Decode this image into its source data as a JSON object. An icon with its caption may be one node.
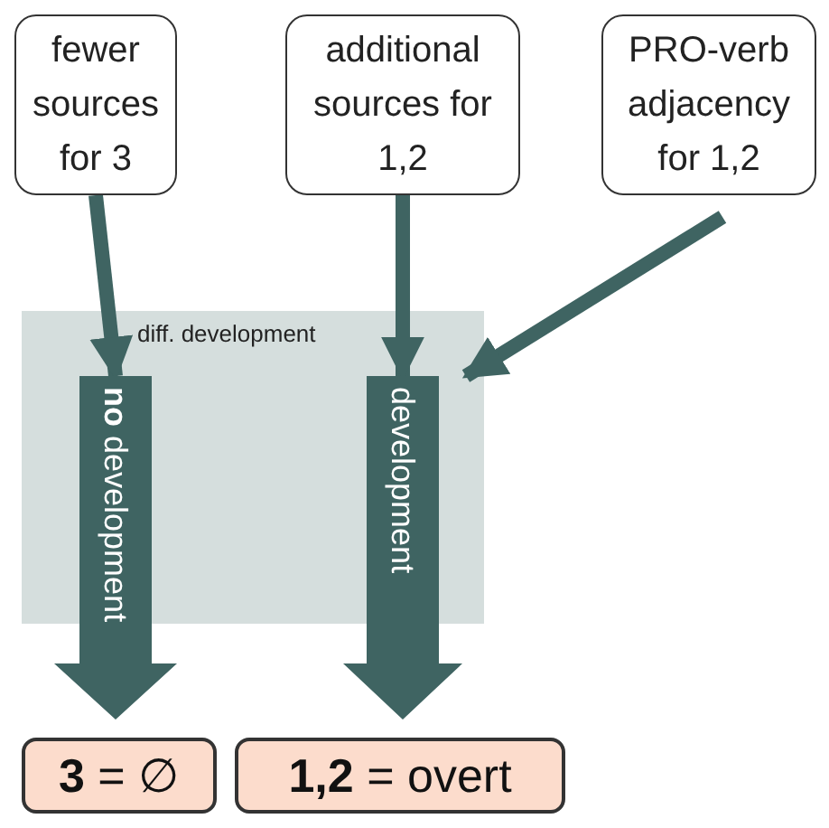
{
  "diagram": {
    "nodes": [
      {
        "text": [
          "fewer sources for 3"
        ]
      },
      {
        "text": [
          "additional sources for 1,2"
        ]
      },
      {
        "text": [
          "PRO-verb adjacency for 1,2"
        ]
      },
      {
        "text": [
          "**no** development"
        ]
      },
      {
        "text": [
          "development"
        ]
      },
      {
        "text": [
          "**3** = ∅"
        ]
      },
      {
        "text": [
          "**1,2** = overt"
        ]
      }
    ],
    "edges": [
      {
        "from": 0,
        "to": 3,
        "arrow": "to"
      },
      {
        "from": 1,
        "to": 4,
        "arrow": "to"
      },
      {
        "from": 2,
        "to": 4,
        "arrow": "to"
      }
    ],
    "labels": [
      "diff. development"
    ]
  }
}
